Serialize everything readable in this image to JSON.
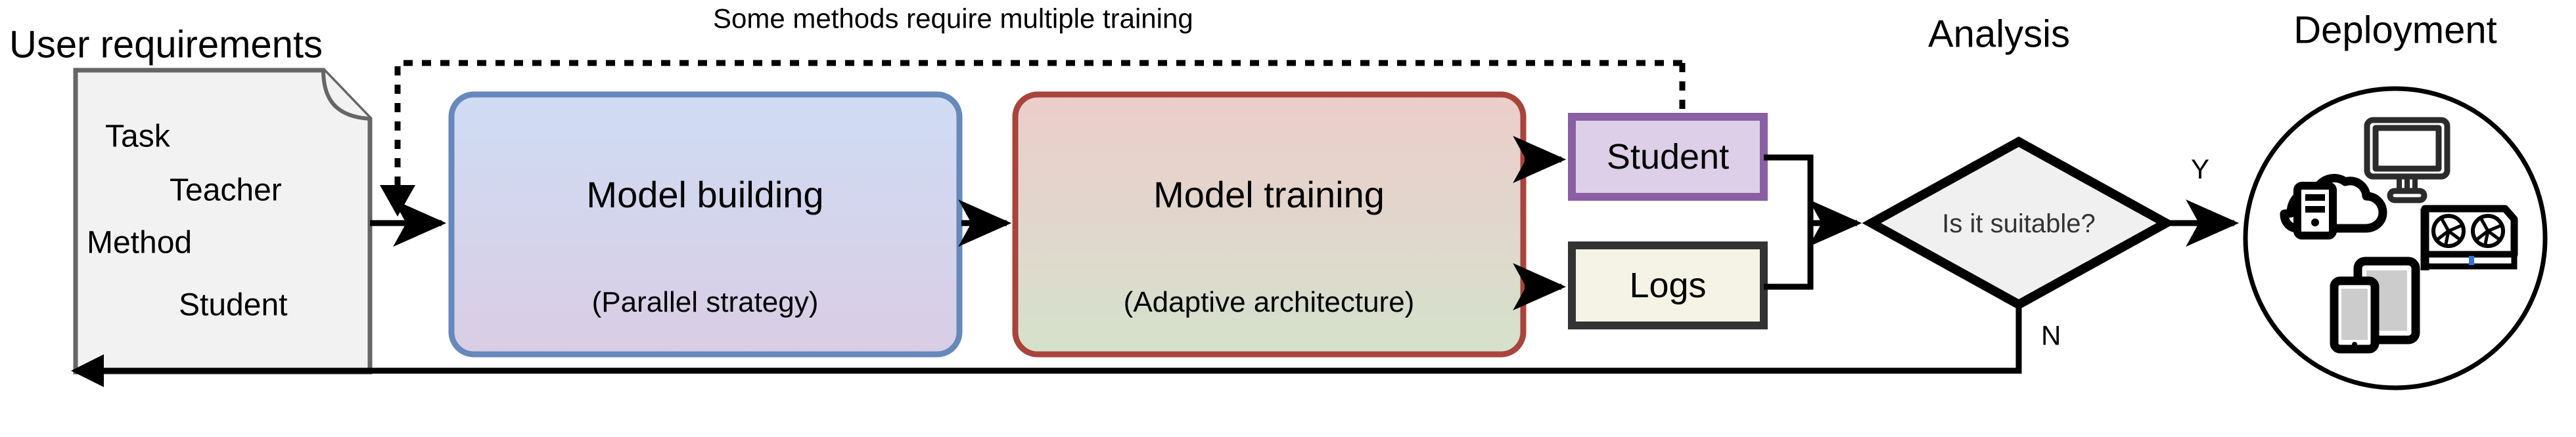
{
  "headings": {
    "user_requirements": "User requirements",
    "analysis": "Analysis",
    "deployment": "Deployment"
  },
  "document_node": {
    "name": "requirements-document",
    "items": [
      "Task",
      "Teacher",
      "Method",
      "Student"
    ],
    "fill": "#f2f2f2",
    "stroke": "#666666"
  },
  "stages": [
    {
      "id": "model-building",
      "title": "Model building",
      "subtitle": "(Parallel strategy)",
      "fill_top": "#cfdcf4",
      "fill_bottom": "#d9cde4",
      "stroke": "#6688bb"
    },
    {
      "id": "model-training",
      "title": "Model training",
      "subtitle": "(Adaptive architecture)",
      "fill_top": "#eccdca",
      "fill_bottom": "#d4e2cb",
      "stroke": "#a8443c"
    }
  ],
  "outputs": [
    {
      "id": "student",
      "label": "Student",
      "fill": "#ddcfe7",
      "stroke": "#8a5fa3"
    },
    {
      "id": "logs",
      "label": "Logs",
      "fill": "#f5f3e5",
      "stroke": "#333333"
    }
  ],
  "decision": {
    "id": "is-it-suitable",
    "label": "Is it suitable?",
    "fill": "#f0f0f0",
    "stroke": "#000000",
    "yes_label": "Y",
    "no_label": "N"
  },
  "deployment_node": {
    "id": "deployment-circle",
    "stroke": "#000000",
    "icons": [
      "cloud-server-icon",
      "monitor-icon",
      "gpu-card-icon",
      "tablet-phone-icon"
    ]
  },
  "edges": {
    "feedback_label": "Some methods require multiple training"
  }
}
